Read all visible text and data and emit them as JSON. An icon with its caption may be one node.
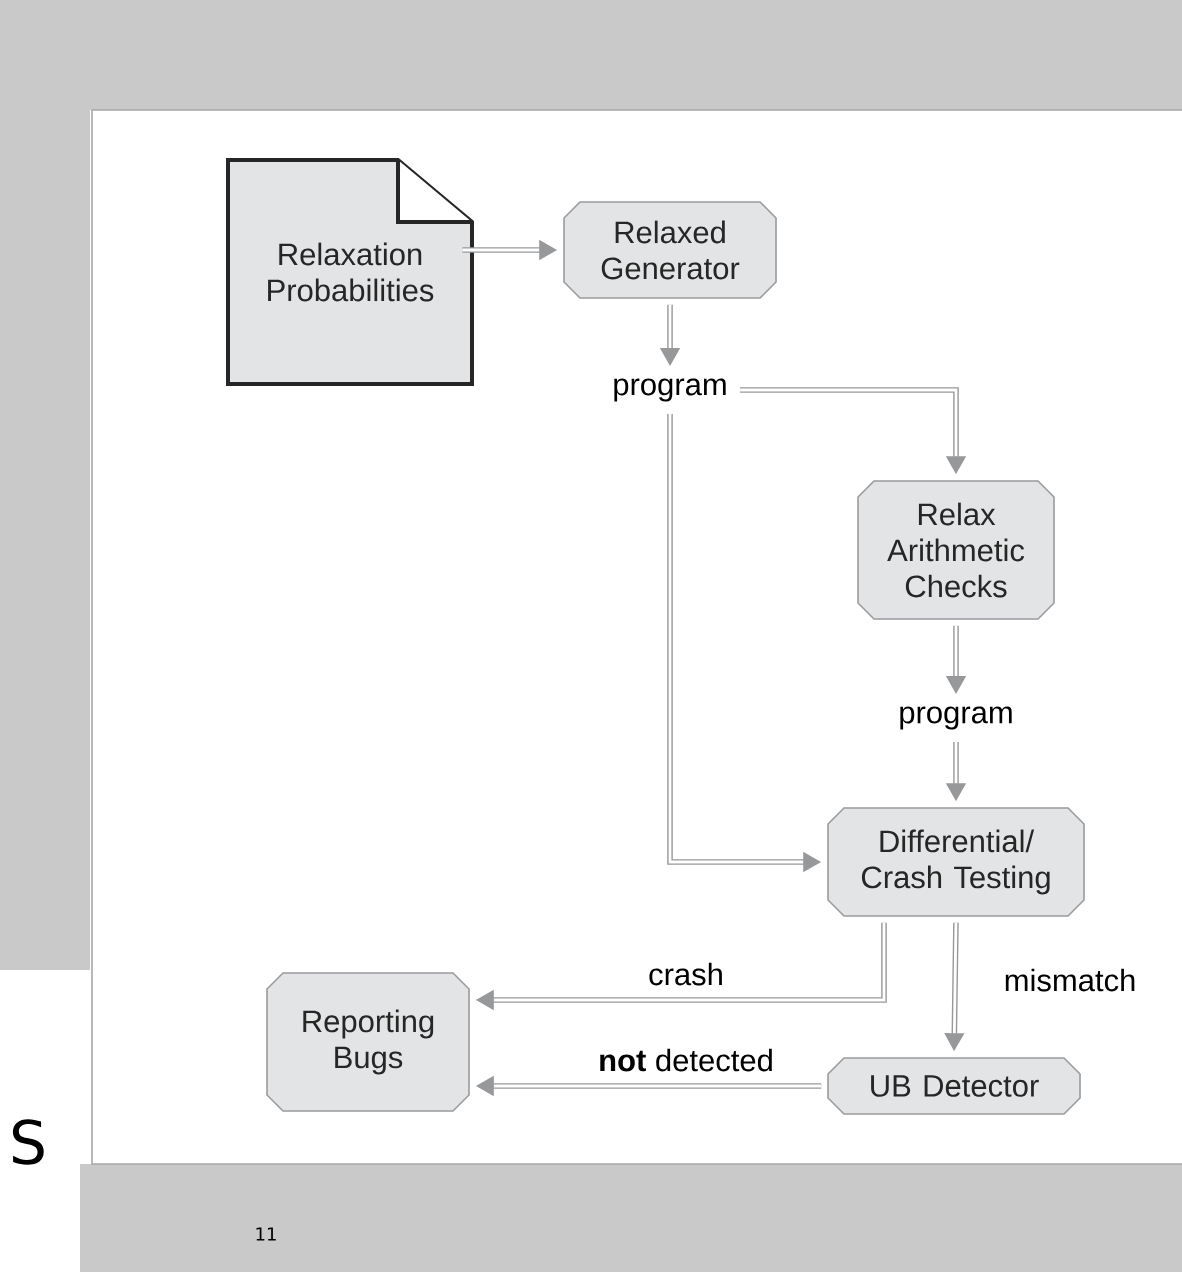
{
  "diagram": {
    "nodes": [
      {
        "text": [
          "Relaxation Probabilities"
        ]
      },
      {
        "text": [
          "Relaxed Generator"
        ]
      },
      {
        "text": [
          "program"
        ]
      },
      {
        "text": [
          "Relax Arithmetic Checks"
        ]
      },
      {
        "text": [
          "program"
        ]
      },
      {
        "text": [
          "Differential/ Crash Testing"
        ]
      },
      {
        "text": [
          "Reporting Bugs"
        ]
      },
      {
        "text": [
          "UB Detector"
        ]
      }
    ],
    "edges": [
      {
        "from": 0,
        "to": 1,
        "arrow": "to"
      },
      {
        "from": 1,
        "to": 2,
        "arrow": "to"
      },
      {
        "from": 2,
        "to": 3,
        "arrow": "to"
      },
      {
        "from": 2,
        "to": 5,
        "arrow": "to"
      },
      {
        "from": 3,
        "to": 4,
        "arrow": "to"
      },
      {
        "from": 4,
        "to": 5,
        "arrow": "to"
      },
      {
        "from": 5,
        "to": 6,
        "arrow": "to",
        "label": "crash"
      },
      {
        "from": 5,
        "to": 7,
        "arrow": "to",
        "label": "mismatch"
      },
      {
        "from": 7,
        "to": 6,
        "arrow": "to",
        "label": "**not** detected"
      }
    ],
    "labels": [
      "S",
      "11"
    ]
  }
}
